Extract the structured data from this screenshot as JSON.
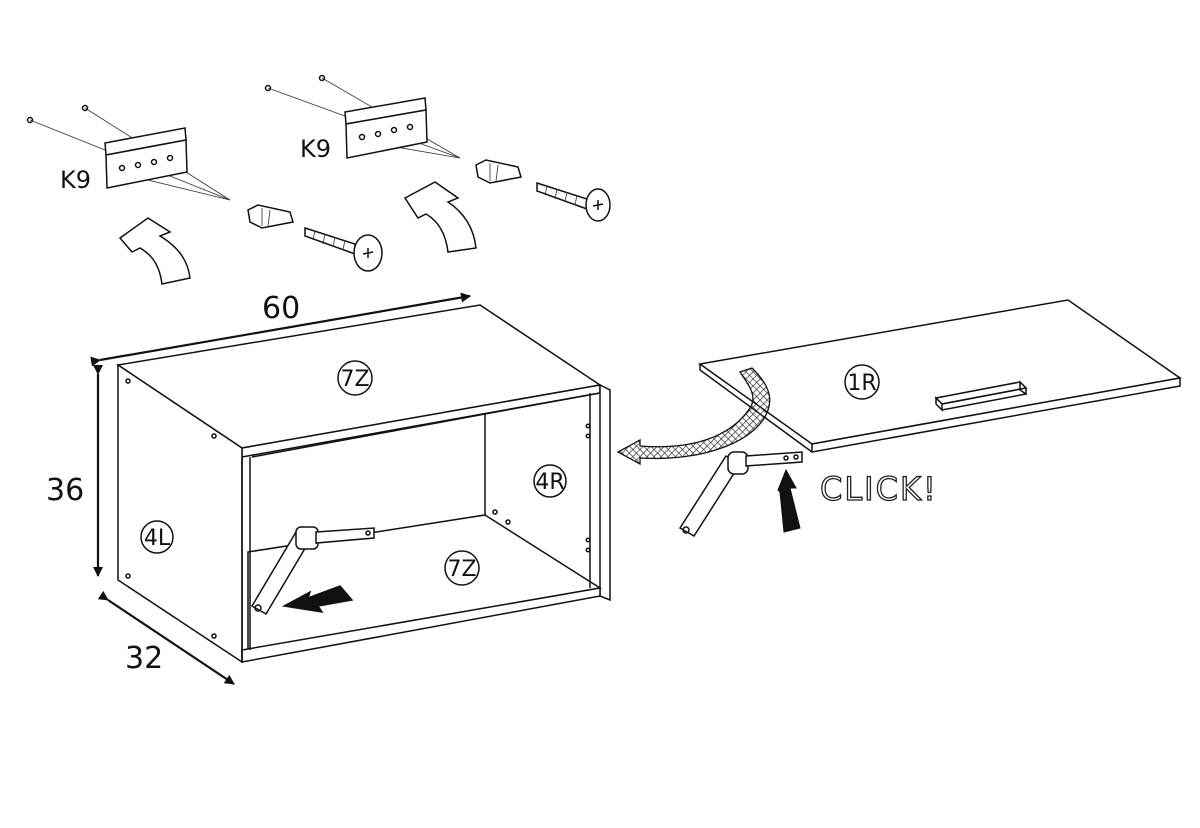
{
  "dimensions": {
    "width": "60",
    "height": "36",
    "depth": "32"
  },
  "hardware": {
    "hanger_left": "K9",
    "hanger_right": "K9"
  },
  "parts": {
    "top": "7Z",
    "bottom": "7Z",
    "side_left": "4L",
    "side_right": "4R",
    "door": "1R"
  },
  "instruction": {
    "click_text": "CLICK!"
  },
  "colors": {
    "line": "#111111",
    "fill": "#ffffff",
    "mesh": "#555555"
  },
  "icons": [
    "curved-arrow-icon",
    "screw-icon",
    "wall-plug-icon",
    "hanger-bracket-icon",
    "lift-hinge-icon",
    "push-arrow-icon"
  ]
}
